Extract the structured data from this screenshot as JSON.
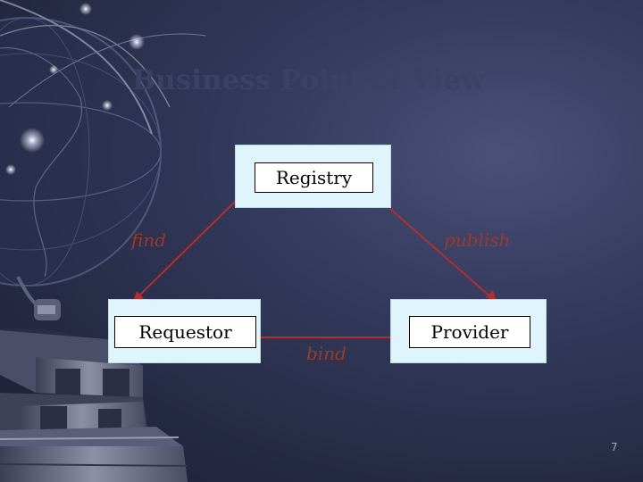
{
  "slide": {
    "title": "Business Point of View",
    "page_number": "7"
  },
  "diagram": {
    "nodes": {
      "registry": "Registry",
      "requestor": "Requestor",
      "provider": "Provider"
    },
    "edges": {
      "find": "find",
      "publish": "publish",
      "bind": "bind"
    },
    "colors": {
      "edge_line": "#b0302c",
      "edge_label": "#9b3a2a",
      "node_fill": "#dff4fb",
      "label_fill": "#ffffff"
    }
  }
}
